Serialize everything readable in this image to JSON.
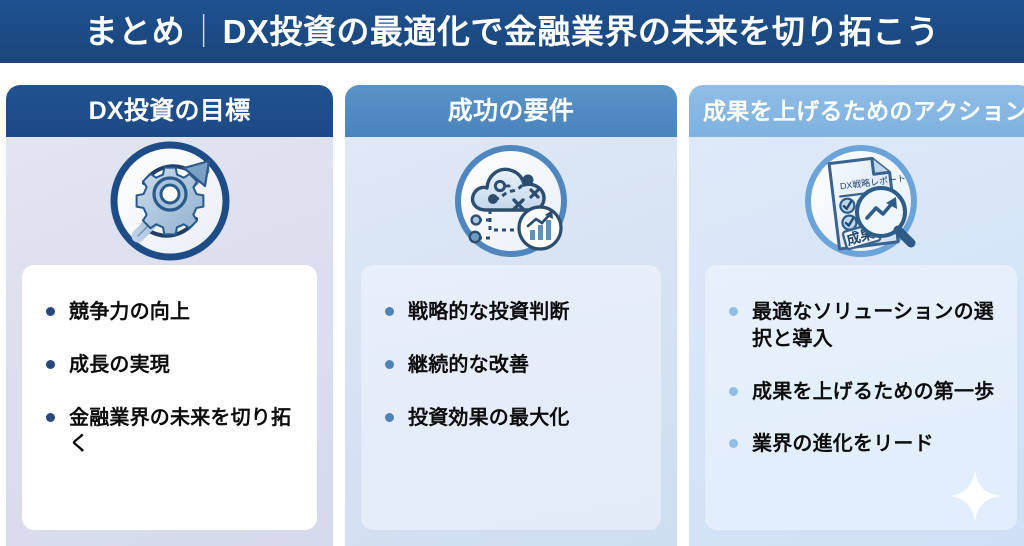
{
  "header": {
    "title_left": "まとめ",
    "separator": "｜",
    "title_right": "DX投資の最適化で金融業界の未来を切り拓こう"
  },
  "columns": [
    {
      "id": "goals",
      "title": "DX投資の目標",
      "header_color": "#1c4a84",
      "body_color": "#dcdfee",
      "panel_color": "#ffffff",
      "bullet_color": "#27477a",
      "icon": "gear-cycle-growth-icon",
      "bullets": [
        "競争力の向上",
        "成長の実現",
        "金融業界の未来を切り拓く"
      ]
    },
    {
      "id": "requirements",
      "title": "成功の要件",
      "header_color": "#4a84bc",
      "body_color": "#d7e3f4",
      "panel_color": "#e6edf9",
      "bullet_color": "#4d83b6",
      "icon": "cloud-strategy-chart-icon",
      "bullets": [
        "戦略的な投資判断",
        "継続的な改善",
        "投資効果の最大化"
      ]
    },
    {
      "id": "actions",
      "title": "成果を上げるためのアクション",
      "header_color": "#7fb2df",
      "body_color": "#d6e5f8",
      "panel_color": "#e4effb",
      "bullet_color": "#90bde3",
      "icon": "report-magnifier-results-icon",
      "icon_labels": {
        "document_title": "DX戦略レポート",
        "stamp": "成果"
      },
      "bullets": [
        "最適なソリューションの選択と導入",
        "成果を上げるための第一歩",
        "業界の進化をリード"
      ]
    }
  ]
}
